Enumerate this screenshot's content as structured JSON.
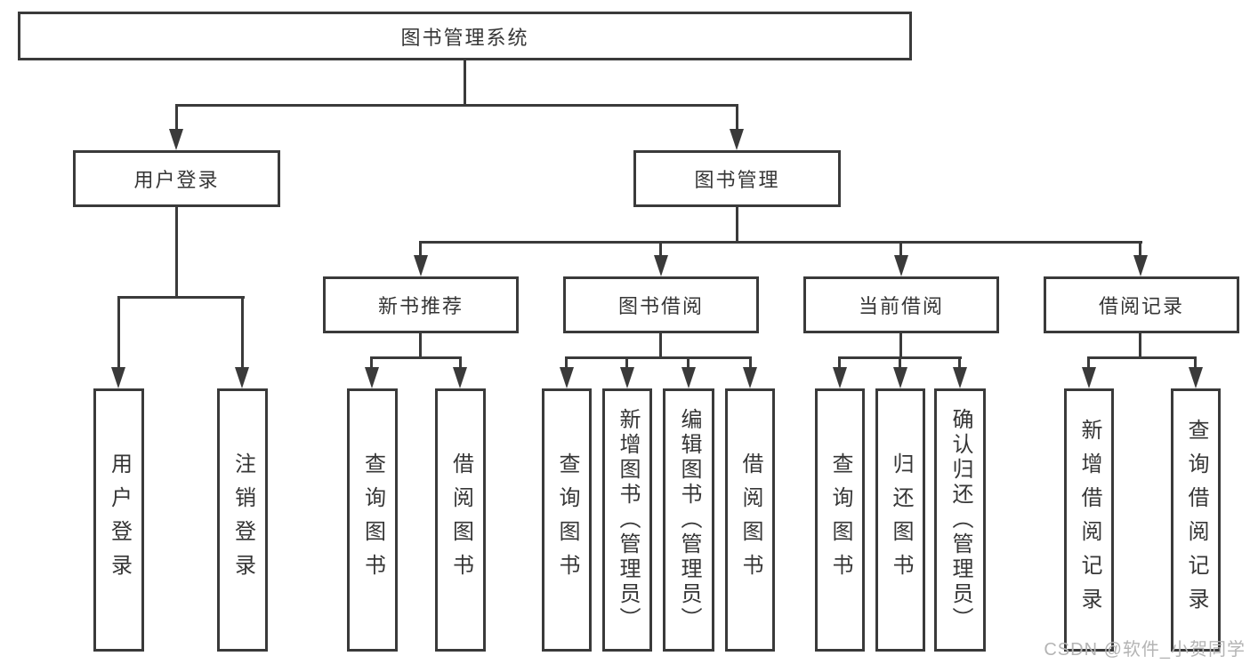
{
  "diagram": {
    "root": {
      "label": "图书管理系统"
    },
    "level2": [
      {
        "label": "用户登录"
      },
      {
        "label": "图书管理"
      }
    ],
    "level3": [
      {
        "label": "新书推荐",
        "parent": "图书管理"
      },
      {
        "label": "图书借阅",
        "parent": "图书管理"
      },
      {
        "label": "当前借阅",
        "parent": "图书管理"
      },
      {
        "label": "借阅记录",
        "parent": "图书管理"
      }
    ],
    "leaves": [
      {
        "label": "用户登录",
        "parent": "用户登录"
      },
      {
        "label": "注销登录",
        "parent": "用户登录"
      },
      {
        "label": "查询图书",
        "parent": "新书推荐"
      },
      {
        "label": "借阅图书",
        "parent": "新书推荐"
      },
      {
        "label": "查询图书",
        "parent": "图书借阅"
      },
      {
        "label": "新增图书（管理员）",
        "parent": "图书借阅"
      },
      {
        "label": "编辑图书（管理员）",
        "parent": "图书借阅"
      },
      {
        "label": "借阅图书",
        "parent": "图书借阅"
      },
      {
        "label": "查询图书",
        "parent": "当前借阅"
      },
      {
        "label": "归还图书",
        "parent": "当前借阅"
      },
      {
        "label": "确认归还（管理员）",
        "parent": "当前借阅"
      },
      {
        "label": "新增借阅记录",
        "parent": "借阅记录"
      },
      {
        "label": "查询借阅记录",
        "parent": "借阅记录"
      }
    ],
    "watermark": {
      "label": "CSDN @软件_小贺同学"
    },
    "colors": {
      "line": "#3a3a3a",
      "text": "#363636",
      "watermark": "#b4b4b4",
      "background": "#ffffff"
    }
  }
}
